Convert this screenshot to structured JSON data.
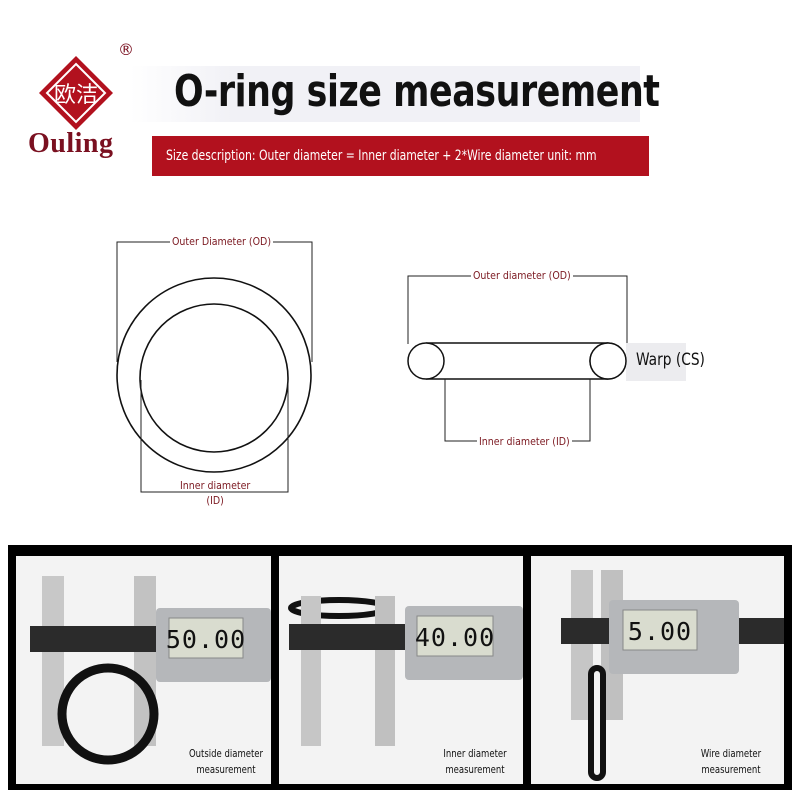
{
  "brand": {
    "logo_glyphs": "欧洁",
    "registered_mark": "®",
    "name": "Ouling",
    "colors": {
      "brand_red": "#b2111e",
      "label_red": "#7c1a22"
    }
  },
  "header": {
    "title": "O-ring size measurement",
    "subtitle": "Size description: Outer diameter = Inner diameter + 2*Wire diameter unit: mm"
  },
  "diagram": {
    "left_ring": {
      "od_label": "Outer Diameter (OD)",
      "id_label_line1": "Inner diameter",
      "id_label_line2": "(ID)"
    },
    "cross_section": {
      "od_label": "Outer diameter (OD)",
      "id_label": "Inner diameter (ID)",
      "cs_label": "Warp (CS)"
    }
  },
  "photos": [
    {
      "reading": "50.00",
      "caption_line1": "Outside diameter",
      "caption_line2": "measurement"
    },
    {
      "reading": "40.00",
      "caption_line1": "Inner diameter",
      "caption_line2": "measurement"
    },
    {
      "reading": "5.00",
      "caption_line1": "Wire diameter",
      "caption_line2": "measurement"
    }
  ]
}
